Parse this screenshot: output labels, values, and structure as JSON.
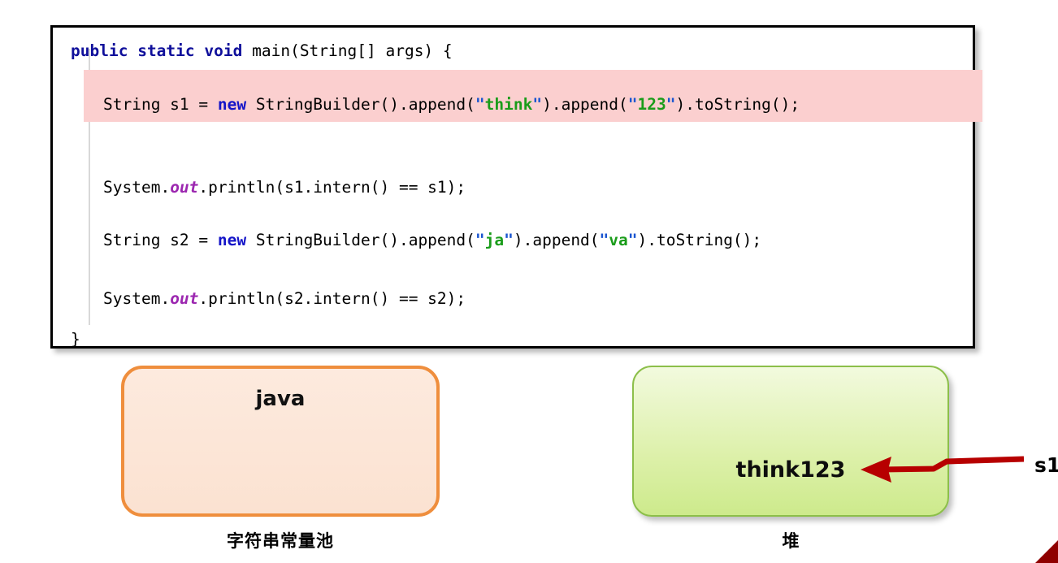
{
  "code_editor": {
    "language": "java",
    "highlight_color": "#fbcfcf",
    "lines": [
      {
        "id": "line-1",
        "indent": 0,
        "tokens": [
          {
            "t": "public",
            "c": "kw"
          },
          {
            "t": " ",
            "c": "plain"
          },
          {
            "t": "static",
            "c": "kw"
          },
          {
            "t": " ",
            "c": "plain"
          },
          {
            "t": "void",
            "c": "kw"
          },
          {
            "t": " main(String[] args) {",
            "c": "plain"
          }
        ]
      },
      {
        "id": "line-2",
        "indent": 1,
        "highlighted": true,
        "tokens": [
          {
            "t": "String s1 = ",
            "c": "plain"
          },
          {
            "t": "new",
            "c": "kw2"
          },
          {
            "t": " StringBuilder().append(",
            "c": "plain"
          },
          {
            "t": "\"",
            "c": "strq"
          },
          {
            "t": "think",
            "c": "str"
          },
          {
            "t": "\"",
            "c": "strq"
          },
          {
            "t": ").append(",
            "c": "plain"
          },
          {
            "t": "\"",
            "c": "strq"
          },
          {
            "t": "123",
            "c": "str"
          },
          {
            "t": "\"",
            "c": "strq"
          },
          {
            "t": ").toString();",
            "c": "plain"
          }
        ]
      },
      {
        "id": "line-3",
        "indent": 1,
        "tokens": [
          {
            "t": "System.",
            "c": "plain"
          },
          {
            "t": "out",
            "c": "fld"
          },
          {
            "t": ".println(s1.intern() == s1);",
            "c": "plain"
          }
        ]
      },
      {
        "id": "line-4",
        "indent": 1,
        "tokens": [
          {
            "t": "String s2 = ",
            "c": "plain"
          },
          {
            "t": "new",
            "c": "kw2"
          },
          {
            "t": " StringBuilder().append(",
            "c": "plain"
          },
          {
            "t": "\"",
            "c": "strq"
          },
          {
            "t": "ja",
            "c": "str"
          },
          {
            "t": "\"",
            "c": "strq"
          },
          {
            "t": ").append(",
            "c": "plain"
          },
          {
            "t": "\"",
            "c": "strq"
          },
          {
            "t": "va",
            "c": "str"
          },
          {
            "t": "\"",
            "c": "strq"
          },
          {
            "t": ").toString();",
            "c": "plain"
          }
        ]
      },
      {
        "id": "line-5",
        "indent": 1,
        "tokens": [
          {
            "t": "System.",
            "c": "plain"
          },
          {
            "t": "out",
            "c": "fld"
          },
          {
            "t": ".println(s2.intern() == s2);",
            "c": "plain"
          }
        ]
      },
      {
        "id": "line-6",
        "indent": 0,
        "tokens": [
          {
            "t": "}",
            "c": "plain"
          }
        ]
      }
    ]
  },
  "diagram": {
    "string_pool": {
      "value": "java",
      "caption": "字符串常量池",
      "border_color": "#ef8e3d",
      "fill_color": "#fbe2d1"
    },
    "heap": {
      "value": "think123",
      "caption": "堆",
      "border_color": "#8cbf4a",
      "fill_color": "#cdea8c"
    },
    "reference": {
      "label": "s1",
      "arrow_color": "#b70000"
    }
  },
  "corner_marker": {
    "color": "#8f0000"
  }
}
